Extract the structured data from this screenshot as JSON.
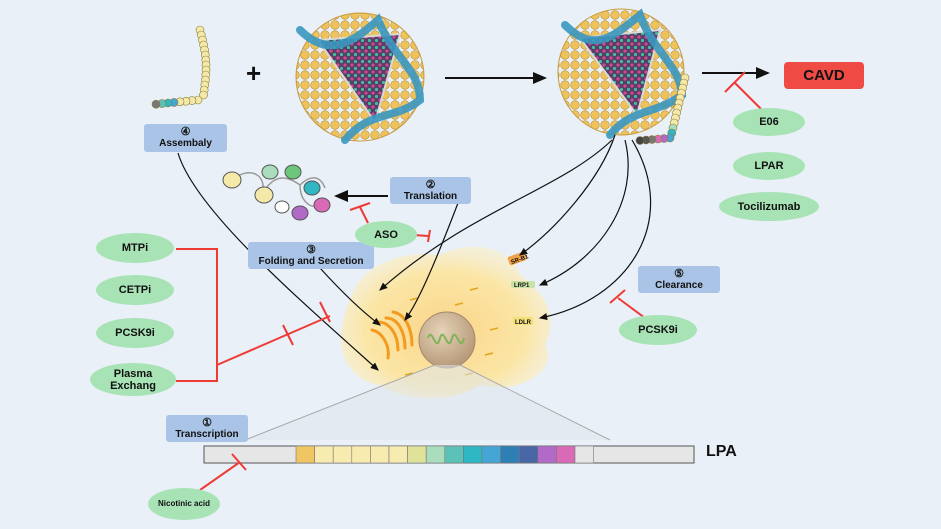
{
  "labels": {
    "plus": "+",
    "cavd": "CAVD",
    "lpa": "LPA"
  },
  "steps": {
    "assembly": {
      "num": "④",
      "label": "Assembaly"
    },
    "translation": {
      "num": "②",
      "label": "Translation"
    },
    "folding": {
      "num": "③",
      "label": "Folding and Secretion"
    },
    "clearance": {
      "num": "⑤",
      "label": "Clearance"
    },
    "transcription": {
      "num": "①",
      "label": "Transcription"
    }
  },
  "inhibitors": {
    "e06": "E06",
    "lpar": "LPAR",
    "tocilizumab": "Tocilizumab",
    "aso": "ASO",
    "mtpi": "MTPi",
    "cetpi": "CETPi",
    "pcsk9i_left": "PCSK9i",
    "plasma_exchange": "Plasma Exchang",
    "pcsk9i_right": "PCSK9i",
    "nicotinic_acid": "Nicotinic acid"
  },
  "receptors": {
    "srb1": "SR-B1",
    "lrp1": "LRP1",
    "ldlr": "LDLR"
  },
  "colors": {
    "background": "#e9f0f7",
    "step_box": "#a9c4e6",
    "inhibitor_pill": "#a8e3b6",
    "cavd_box": "#f04a45",
    "inhibit_line": "#ee3b36",
    "lipid_shell": "#e8b54b",
    "apob_ribbon": "#3a97c0",
    "cell": "#fbe6a6"
  },
  "gene_segments": [
    "#d9d9d9",
    "#e5e5e5",
    "#f0c564",
    "#f7ebb0",
    "#f7ebb0",
    "#f7ebb0",
    "#f7ebb0",
    "#f7ebb0",
    "#dfe39a",
    "#a9ddbe",
    "#5cc2b8",
    "#2fb7c3",
    "#45a6d6",
    "#2f7fb7",
    "#4967a6",
    "#b16ac6",
    "#d96ab6",
    "#e6e6e6",
    "#d0d0d0",
    "#e9e9e9"
  ]
}
